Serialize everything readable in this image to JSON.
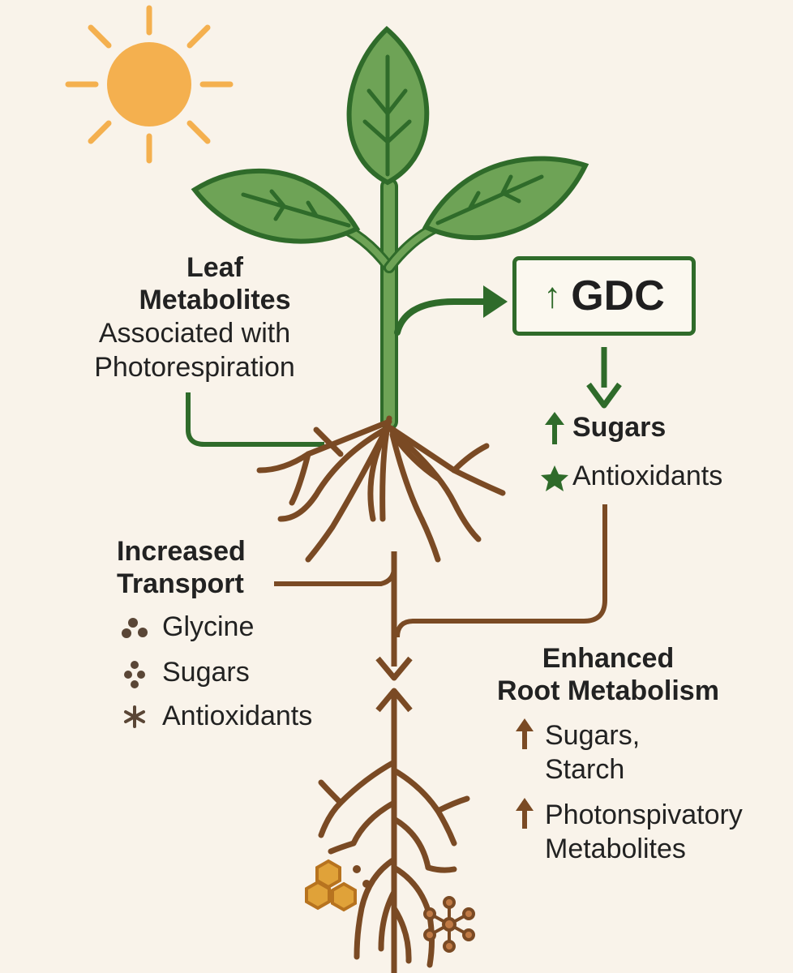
{
  "leaf_metabolites": {
    "title_line1": "Leaf",
    "title_line2": "Metabolites",
    "subtitle_line1": "Associated with",
    "subtitle_line2": "Photorespiration"
  },
  "gdc_box": {
    "arrow": "↑",
    "label": "GDC"
  },
  "leaf_outputs": [
    {
      "icon": "up-arrow-icon",
      "label": "Sugars"
    },
    {
      "icon": "star-icon",
      "label": "Antioxidants"
    }
  ],
  "transport": {
    "title_line1": "Increased",
    "title_line2": "Transport",
    "items": [
      {
        "icon": "cluster-dots-icon",
        "label": "Glycine"
      },
      {
        "icon": "scattered-dots-icon",
        "label": "Sugars"
      },
      {
        "icon": "asterisk-icon",
        "label": "Antioxidants"
      }
    ]
  },
  "root_metabolism": {
    "title_line1": "Enhanced",
    "title_line2": "Root Metabolism",
    "items": [
      {
        "icon": "up-arrow-icon",
        "line1": "Sugars,",
        "line2": "Starch"
      },
      {
        "icon": "up-arrow-icon",
        "line1": "Photonspivatory",
        "line2": "Metabolites"
      }
    ]
  },
  "colors": {
    "background": "#f9f3ea",
    "leaf_green": "#6ea356",
    "dark_green": "#2f6b2a",
    "root_brown": "#7a4a24",
    "sun_orange": "#f4b04f",
    "hex_orange": "#e0a239"
  }
}
